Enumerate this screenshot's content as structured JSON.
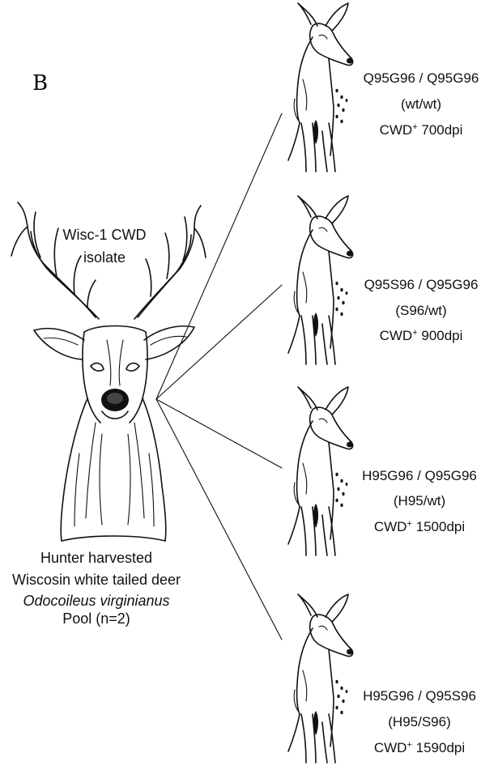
{
  "panel_label": "B",
  "source": {
    "isolate_line1": "Wisc-1 CWD",
    "isolate_line2": "isolate",
    "caption_line1": "Hunter harvested",
    "caption_line2": "Wiscosin white tailed deer",
    "species": "Odocoileus virginianus",
    "pool": "Pool (n=2)"
  },
  "fawns": [
    {
      "genotype": "Q95G96 / Q95G96",
      "allele": "(wt/wt)",
      "cwd": "CWD",
      "sup": "+",
      "dpi": "700dpi"
    },
    {
      "genotype": "Q95S96 / Q95G96",
      "allele": "(S96/wt)",
      "cwd": "CWD",
      "sup": "+",
      "dpi": "900dpi"
    },
    {
      "genotype": "H95G96 / Q95G96",
      "allele": "(H95/wt)",
      "cwd": "CWD",
      "sup": "+",
      "dpi": "1500dpi"
    },
    {
      "genotype": "H95G96 / Q95S96",
      "allele": "(H95/S96)",
      "cwd": "CWD",
      "sup": "+",
      "dpi": "1590dpi"
    }
  ]
}
